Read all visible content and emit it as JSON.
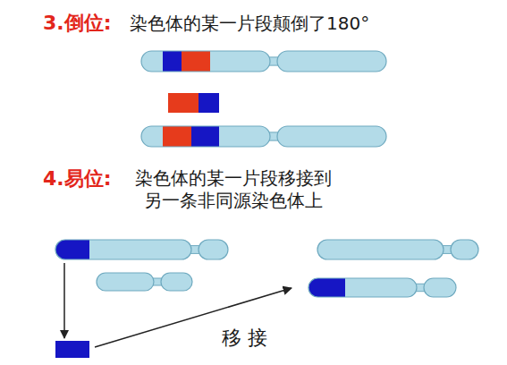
{
  "diagram": {
    "labels": [
      "3.倒位:",
      "染色体的某一片段颠倒了180°",
      "4.易位:",
      "染色体的某一片段移接到 另一条非同源染色体上",
      "移 接"
    ]
  }
}
